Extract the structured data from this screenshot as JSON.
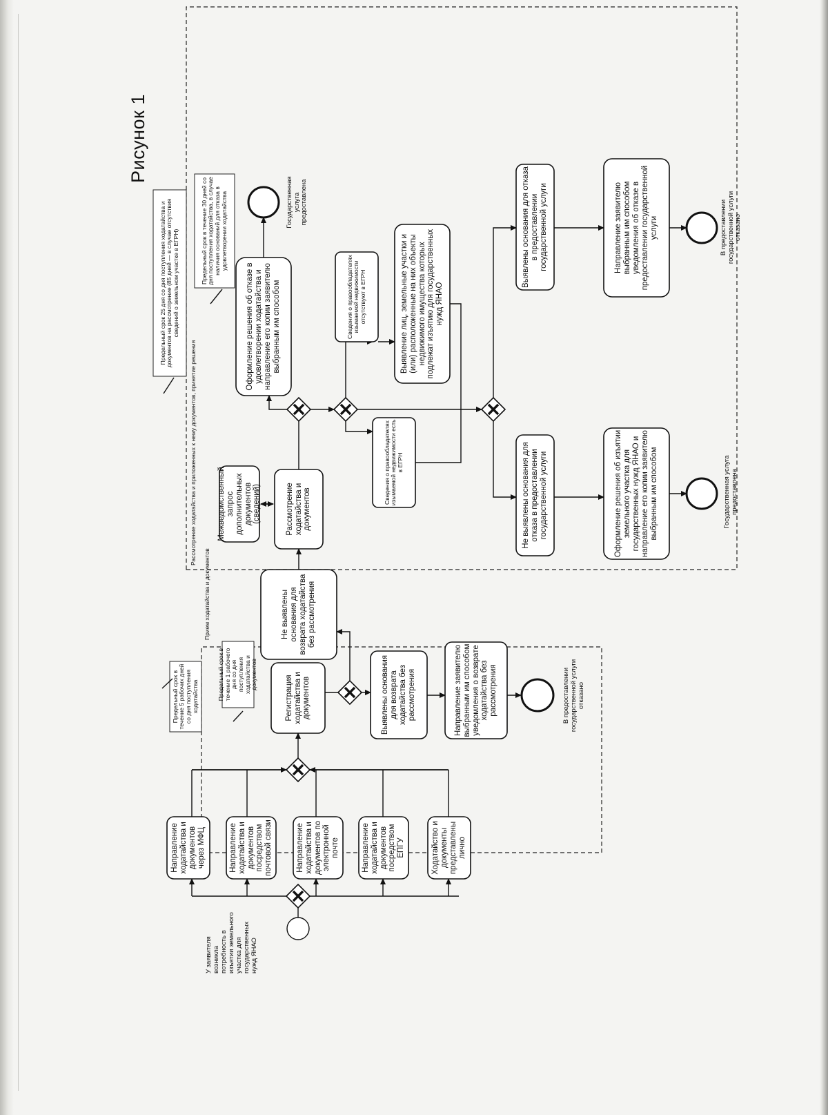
{
  "figure": {
    "title": "Рисунок 1"
  },
  "start": {
    "label": "У заявителя возникла потребность в изъятии земельного участка для государственных нужд ЯНАО"
  },
  "channels": [
    "Направление ходатайства и документов через МФЦ",
    "Направление ходатайства и документов посредством почтовой связи",
    "Направление ходатайства и документов по электронной почте",
    "Направление ходатайства и документов посредством ЕПГУ",
    "Ходатайство и документы представлены лично"
  ],
  "pool1": {
    "label": "Прием ходатайства и документов",
    "deadline_note": "Предельный срок в течение 5 рабочих дней со дня поступления ходатайства",
    "reg_note": "Предельный срок в течение 1 рабочего дня со дня поступления ходатайства и документов",
    "registration": "Регистрация ходатайства и документов",
    "no_grounds": "Не выявлены основания для возврата ходатайства без рассмотрения",
    "grounds_found": "Выявлены основания для возврата ходатайства без рассмотрения",
    "notify_return": "Направление заявителю выбранным им способом уведомления о возврате ходатайства без рассмотрения",
    "end_label": "В предоставлении государственной услуги отказано"
  },
  "pool2": {
    "label": "Рассмотрение ходатайства и приложенных к нему документов, принятие решения",
    "deadline_note": "Предельный срок 25 дня со дня поступления ходатайства и документов на рассмотрение (85 дней — в случае отсутствия сведений о земельном участке в ЕГРН)",
    "refusal_note": "Предельный срок в течение 30 дней со дня поступления ходатайства, в случае наличия оснований для отказа в удовлетворении ходатайства",
    "interagency": "Межведомственный запрос дополнительных документов (сведений)",
    "review": "Рассмотрение ходатайства и документов",
    "refusal_decision": "Оформление решения об отказе в удовлетворении ходатайства и направление его копии заявителю выбранным им способом",
    "service_provided_top": "Государственная услуга предоставлена",
    "egrn_present": "Сведения о правообладателях изымаемой недвижимости есть в ЕГРН",
    "egrn_absent": "Сведения о правообладателях изымаемой недвижимости отсутствуют в ЕГРН",
    "identification": "Выявление лиц, земельные участки и (или) расположенные на них объекты недвижимого имущества которых подлежат изъятию для государственных нужд ЯНАО",
    "no_refusal_grounds": "Не выявлены основания для отказа в предоставлении государственной услуги",
    "refusal_grounds": "Выявлены основания для отказа в предоставлении государственной услуги",
    "seizure_decision": "Оформление решения об изъятии земельного участка для государственных нужд ЯНАО и направление его копии заявителю выбранным им способом",
    "notify_refusal": "Направление заявителю выбранным им способом уведомления об отказе в предоставлении государственной услуги",
    "end_provided": "Государственная услуга предоставлена",
    "end_refused": "В предоставлении государственной услуги отказано"
  }
}
